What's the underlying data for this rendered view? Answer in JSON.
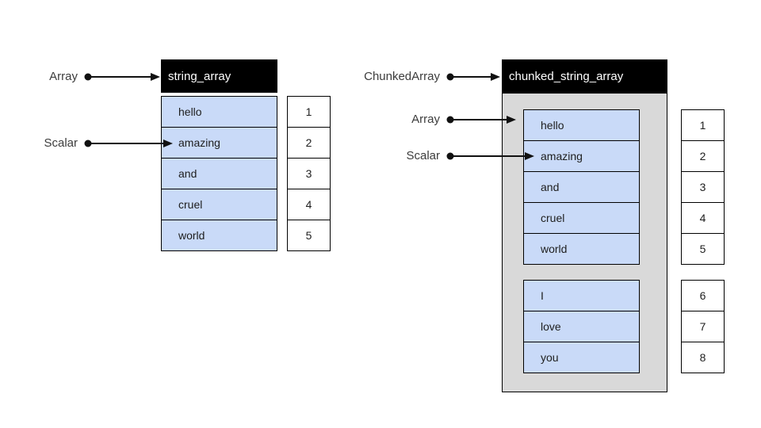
{
  "colors": {
    "cell_fill": "#c9daf8",
    "container_fill": "#d9d9d9",
    "header_bg": "#000000",
    "header_text": "#ffffff",
    "label_text": "#3c3c3c",
    "arrow": "#111111"
  },
  "left_diagram": {
    "header": "string_array",
    "pointer_array_label": "Array",
    "pointer_scalar_label": "Scalar",
    "rows": [
      "hello",
      "amazing",
      "and",
      "cruel",
      "world"
    ],
    "indices": [
      "1",
      "2",
      "3",
      "4",
      "5"
    ]
  },
  "right_diagram": {
    "header": "chunked_string_array",
    "pointer_chunkedarray_label": "ChunkedArray",
    "pointer_array_label": "Array",
    "pointer_scalar_label": "Scalar",
    "chunk1_rows": [
      "hello",
      "amazing",
      "and",
      "cruel",
      "world"
    ],
    "chunk1_indices": [
      "1",
      "2",
      "3",
      "4",
      "5"
    ],
    "chunk2_rows": [
      "I",
      "love",
      "you"
    ],
    "chunk2_indices": [
      "6",
      "7",
      "8"
    ]
  }
}
